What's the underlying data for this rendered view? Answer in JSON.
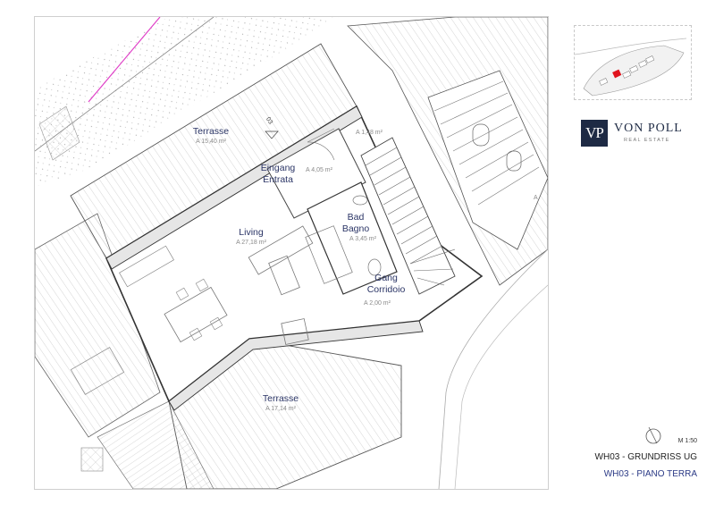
{
  "rooms": {
    "terrasse_top": {
      "name": "Terrasse",
      "area": "A 15,40 m²"
    },
    "entry_small": {
      "area": "A 1,48 m²"
    },
    "entrance": {
      "name": "Eingang",
      "name_it": "Entrata",
      "area": "A 4,05 m²"
    },
    "living": {
      "name": "Living",
      "area": "A 27,18 m²"
    },
    "bath": {
      "name": "Bad",
      "name_it": "Bagno",
      "area": "A 3,45 m²"
    },
    "corridor": {
      "name": "Gang",
      "name_it": "Corridoio",
      "area": "A 2,00 m²"
    },
    "terrasse_bottom": {
      "name": "Terrasse",
      "area": "A 17,14 m²"
    },
    "side_label": "A"
  },
  "marker": {
    "label": "03"
  },
  "logo": {
    "initials": "VP",
    "name": "VON POLL",
    "subtitle": "REAL ESTATE"
  },
  "legend": {
    "scale": "M 1:50",
    "title_de": "WH03 - GRUNDRISS UG",
    "title_it": "WH03 - PIANO TERRA"
  },
  "colors": {
    "brand": "#1e2a44",
    "room_label": "#2b3566",
    "title_it": "#2b3a86",
    "highlight": "#e0141e"
  }
}
